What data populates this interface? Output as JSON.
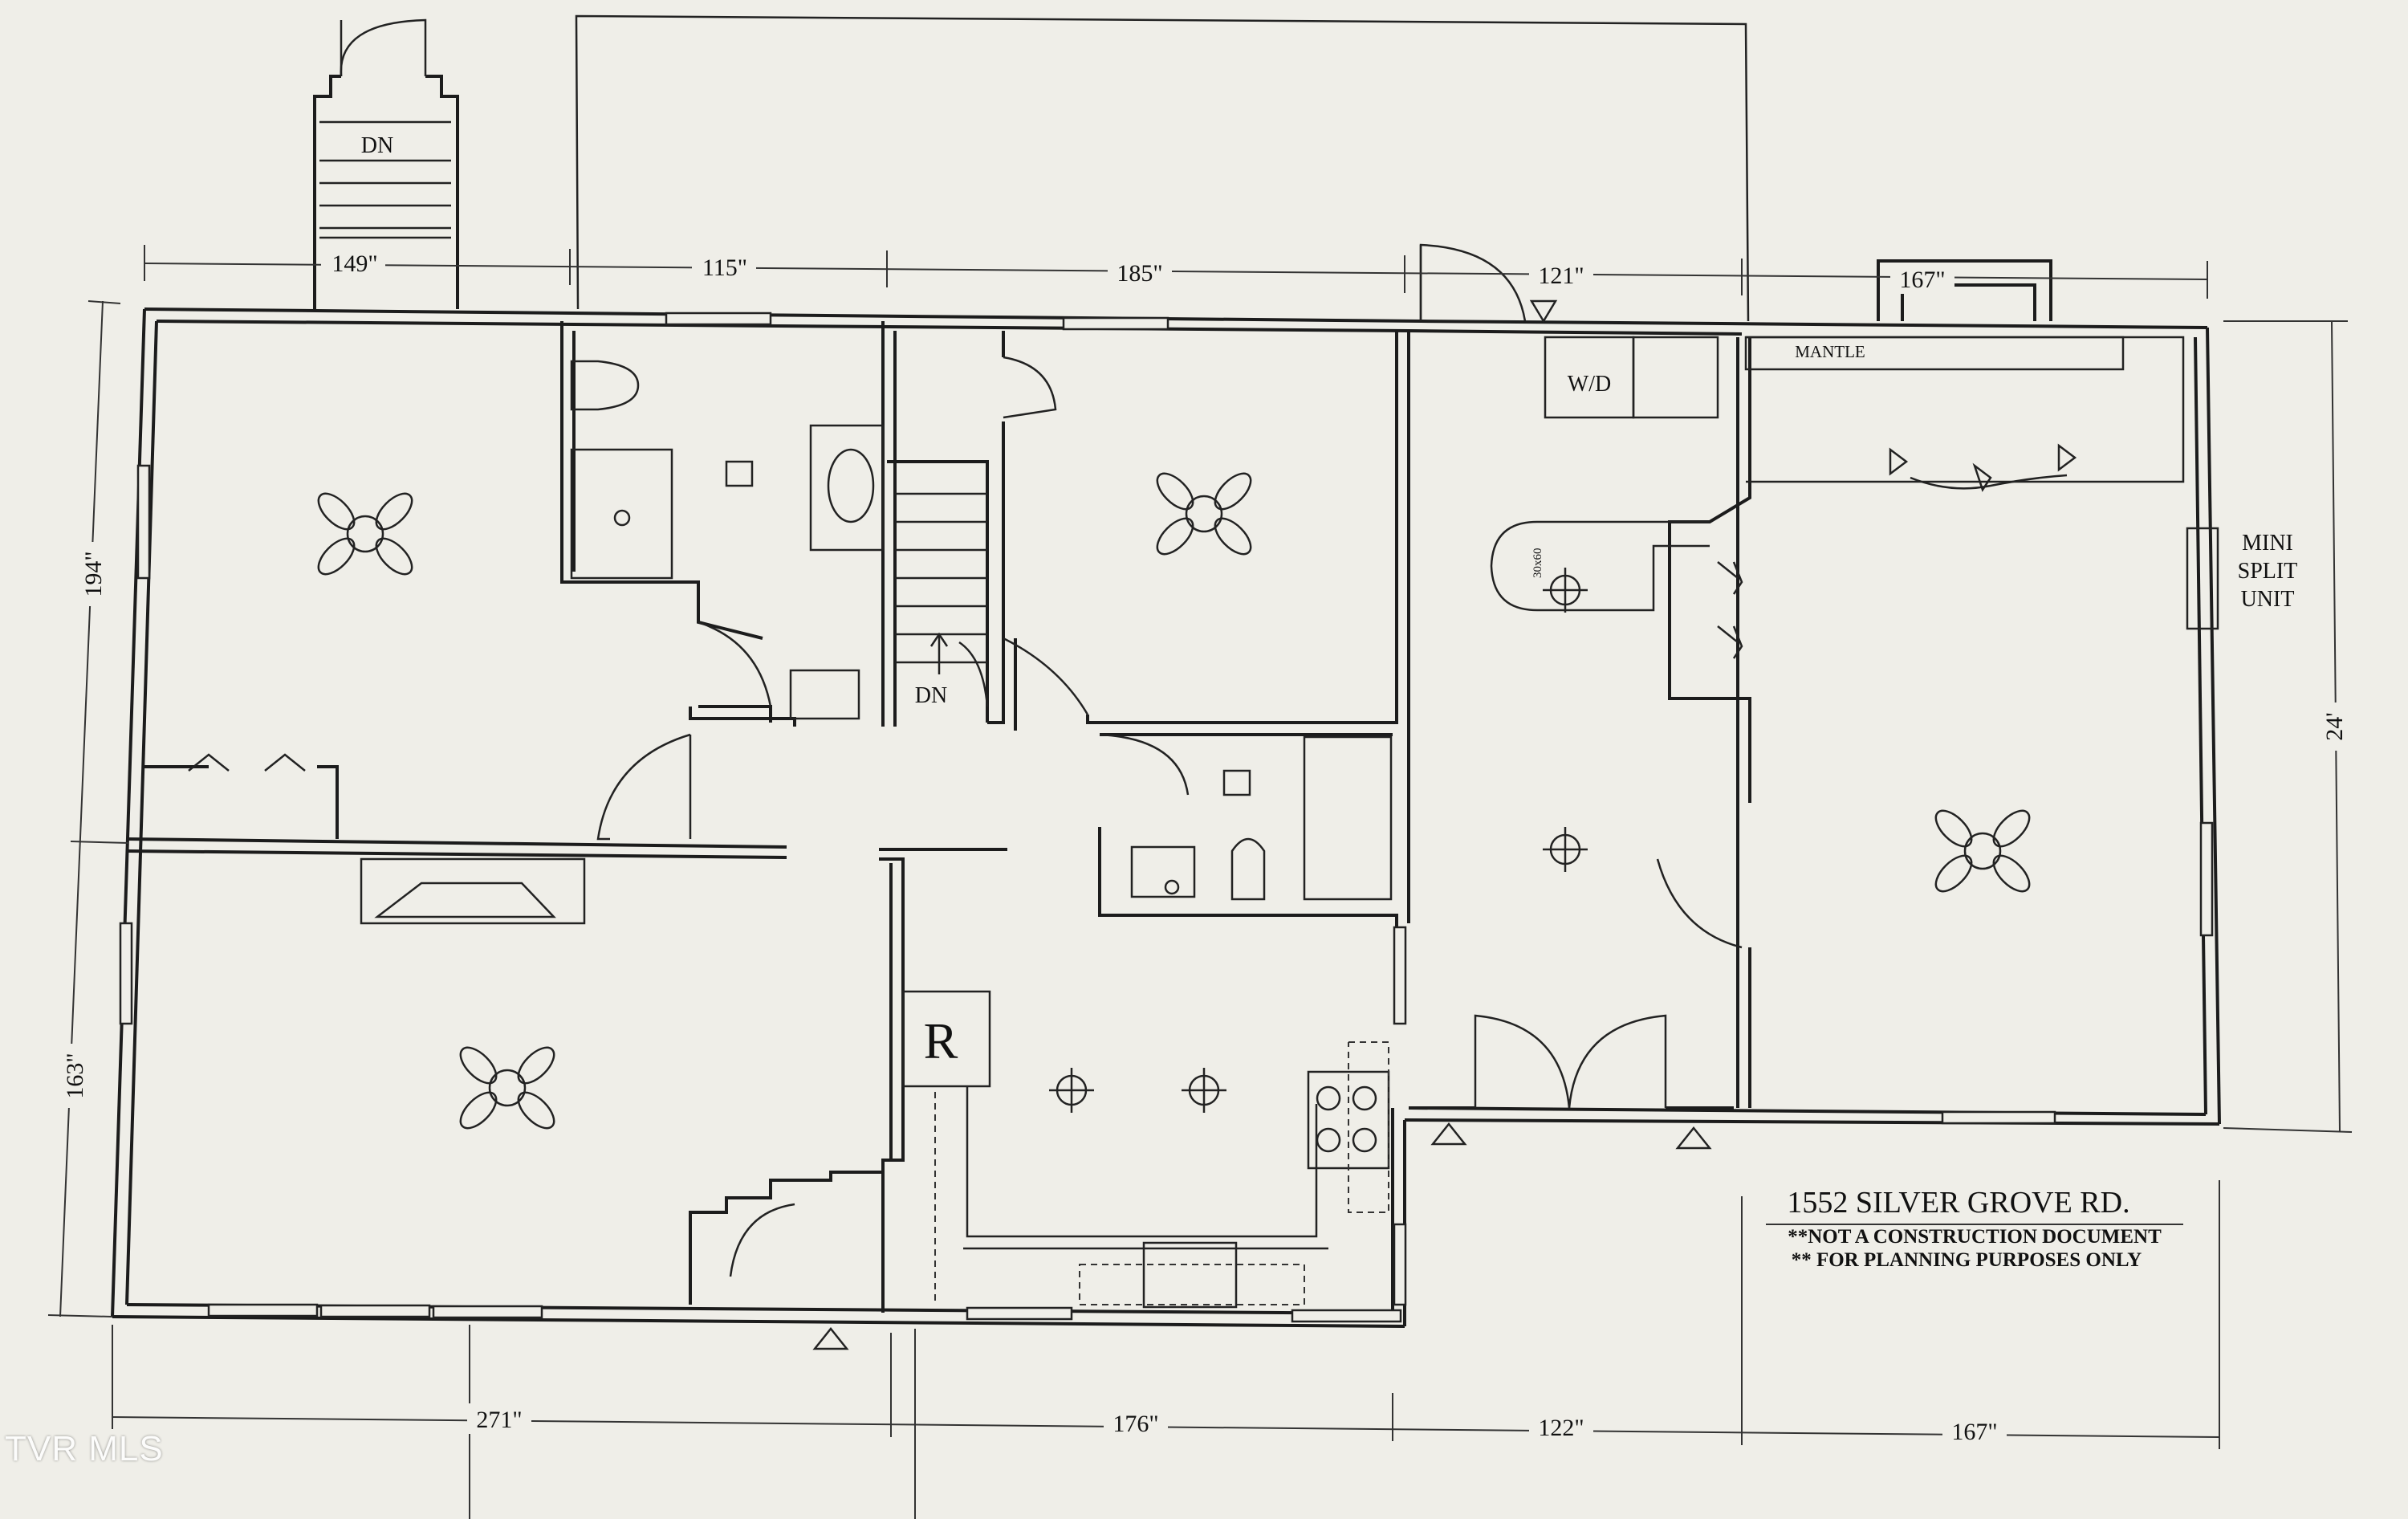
{
  "dimensions": {
    "top": [
      "149\"",
      "115\"",
      "185\"",
      "121\"",
      "167\""
    ],
    "bottom": [
      "271\"",
      "176\"",
      "122\"",
      "167\""
    ],
    "left": [
      "194\"",
      "163\""
    ],
    "right": [
      "24'"
    ]
  },
  "labels": {
    "stair_top_dn": "DN",
    "stair_mid_dn": "DN",
    "washer_dryer": "W/D",
    "mantle": "MANTLE",
    "mini_split": [
      "MINI",
      "SPLIT",
      "UNIT"
    ],
    "fridge": "R",
    "shower_size": "30x60"
  },
  "title_block": {
    "address": "1552 SILVER GROVE RD.",
    "note_1": "**NOT A CONSTRUCTION DOCUMENT",
    "note_2": "** FOR PLANNING PURPOSES ONLY"
  },
  "watermark": "TVR MLS"
}
